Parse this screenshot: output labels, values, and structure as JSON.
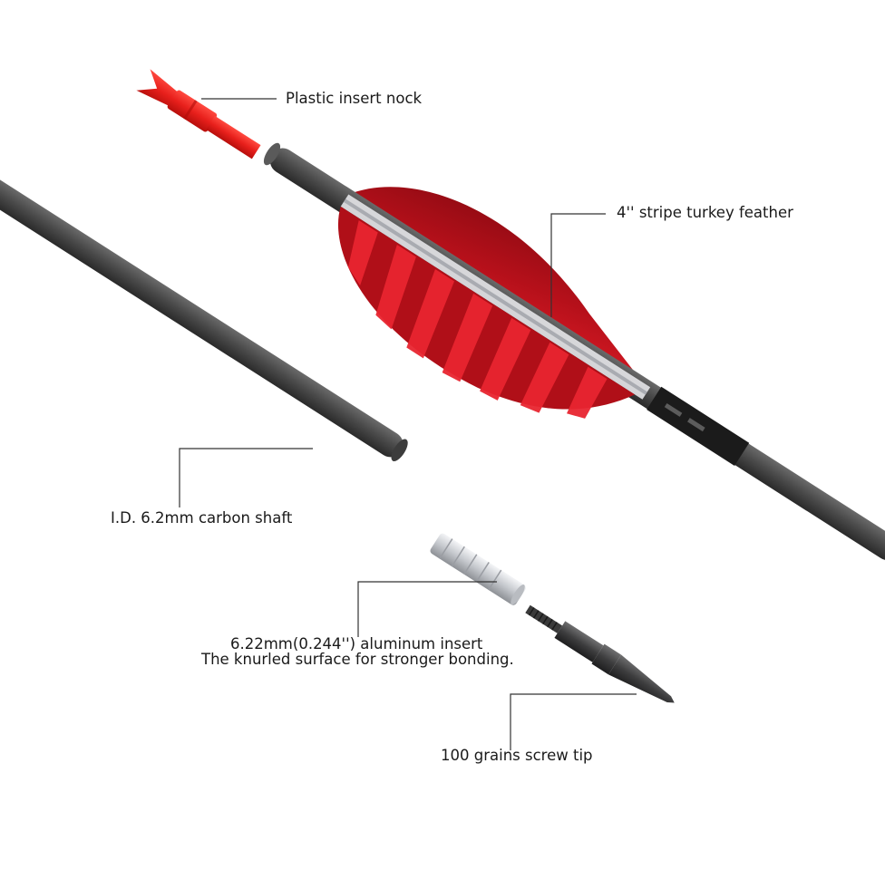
{
  "labels": {
    "nock": "Plastic insert nock",
    "feather": "4'' stripe turkey feather",
    "shaft": "I.D. 6.2mm carbon shaft",
    "insert_line1": "6.22mm(0.244'') aluminum insert",
    "insert_line2": "The knurled surface for stronger bonding.",
    "tip": "100 grains screw tip"
  },
  "colors": {
    "background": "#ffffff",
    "carbon": "#4a4a4a",
    "carbon_dark": "#2e2e2e",
    "nock_red": "#e8201c",
    "feather_red": "#b5101a",
    "feather_stripe": "#e6202a",
    "aluminum": "#d8dade",
    "leader_line": "#333333"
  }
}
